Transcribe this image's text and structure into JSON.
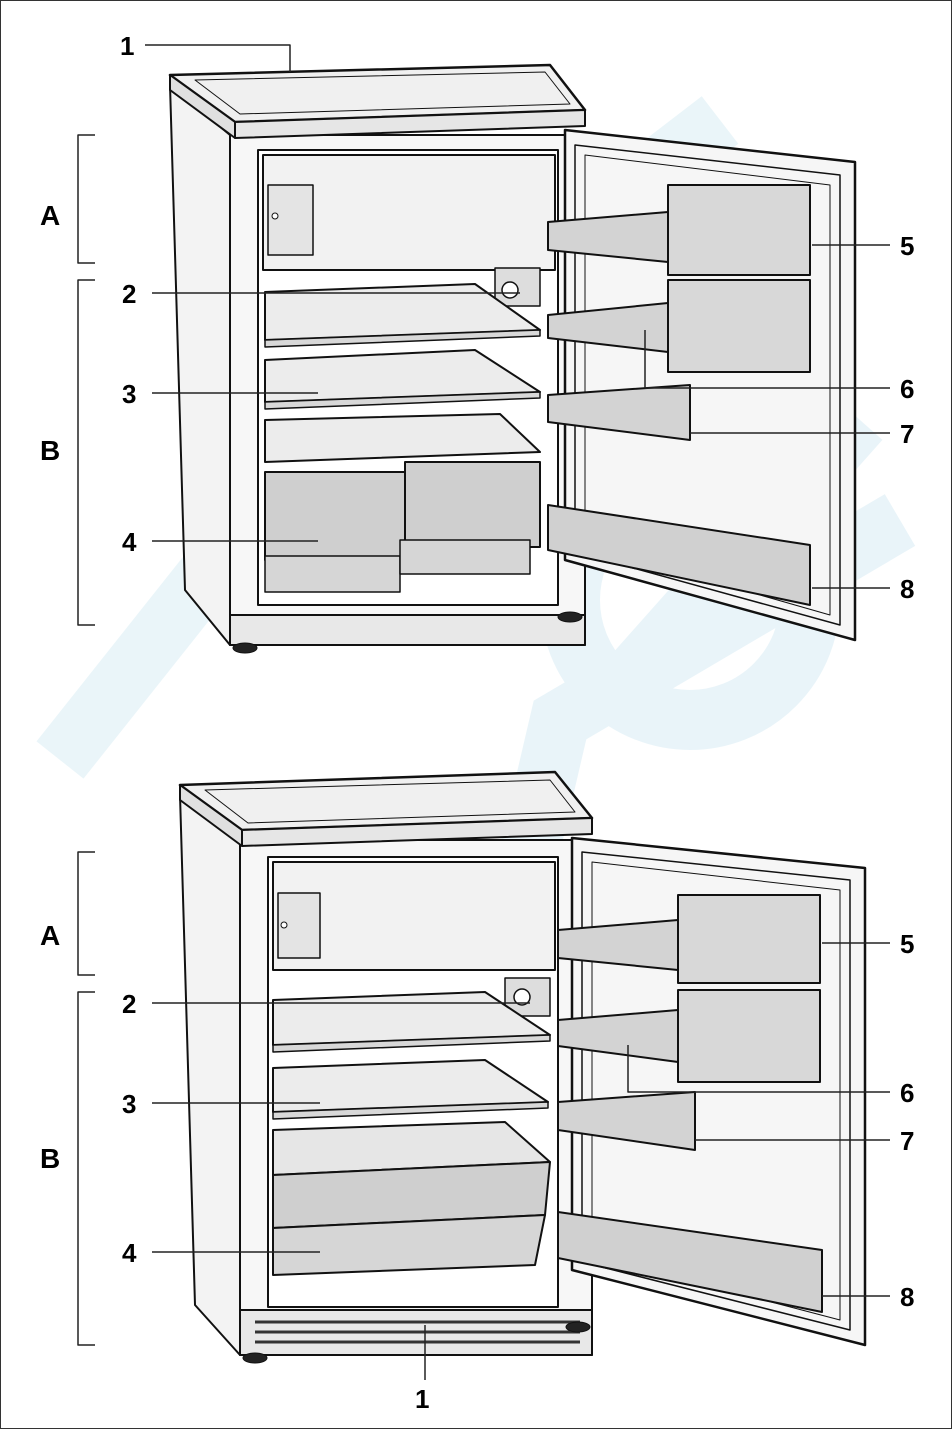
{
  "watermark": {
    "color": "#6ab7d6"
  },
  "figures": [
    {
      "name": "fridge-top",
      "callouts": [
        {
          "id": "top",
          "text": "1"
        },
        {
          "id": "lamp",
          "text": "2"
        },
        {
          "id": "shelf",
          "text": "3"
        },
        {
          "id": "drawer",
          "text": "4"
        },
        {
          "id": "door-box",
          "text": "5"
        },
        {
          "id": "egg-tray",
          "text": "6"
        },
        {
          "id": "door-shelf",
          "text": "7"
        },
        {
          "id": "bottle-shelf",
          "text": "8"
        }
      ],
      "zones": [
        {
          "id": "freezer",
          "text": "A"
        },
        {
          "id": "fridge",
          "text": "B"
        }
      ]
    },
    {
      "name": "fridge-bottom",
      "callouts": [
        {
          "id": "lamp",
          "text": "2"
        },
        {
          "id": "shelf",
          "text": "3"
        },
        {
          "id": "drawer",
          "text": "4"
        },
        {
          "id": "door-box",
          "text": "5"
        },
        {
          "id": "egg-tray",
          "text": "6"
        },
        {
          "id": "door-shelf",
          "text": "7"
        },
        {
          "id": "bottle-shelf",
          "text": "8"
        },
        {
          "id": "vent",
          "text": "1"
        }
      ],
      "zones": [
        {
          "id": "freezer",
          "text": "A"
        },
        {
          "id": "fridge",
          "text": "B"
        }
      ]
    }
  ]
}
